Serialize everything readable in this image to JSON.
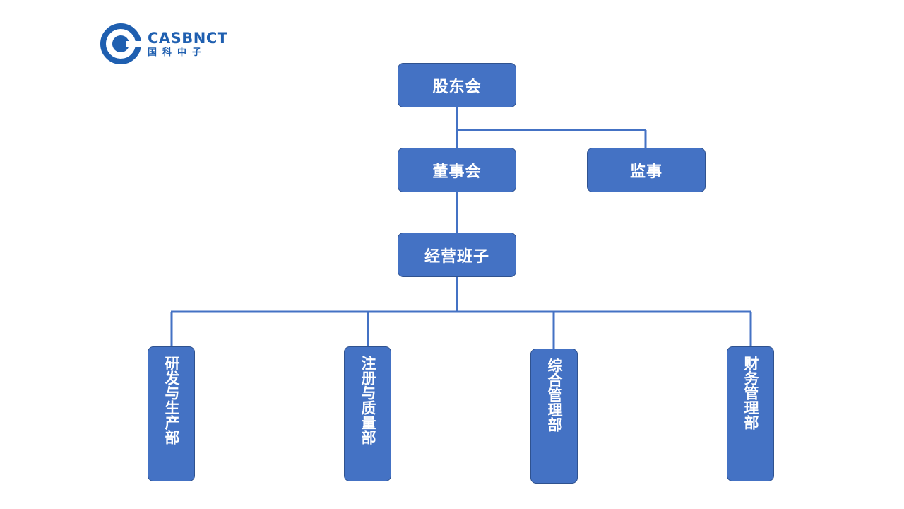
{
  "logo": {
    "name_en": "CASBNCT",
    "name_cn": "国科中子",
    "icon": "casbnct-logo-mark",
    "color": "#1f5fb0"
  },
  "org_chart": {
    "box_color": "#4472c4",
    "line_color": "#4472c4",
    "nodes": {
      "shareholders": "股东会",
      "board": "董事会",
      "supervisor": "监事",
      "management": "经营班子",
      "dept_rd": "研发与生产部",
      "dept_registration": "注册与质量部",
      "dept_admin": "综合管理部",
      "dept_finance": "财务管理部"
    }
  }
}
